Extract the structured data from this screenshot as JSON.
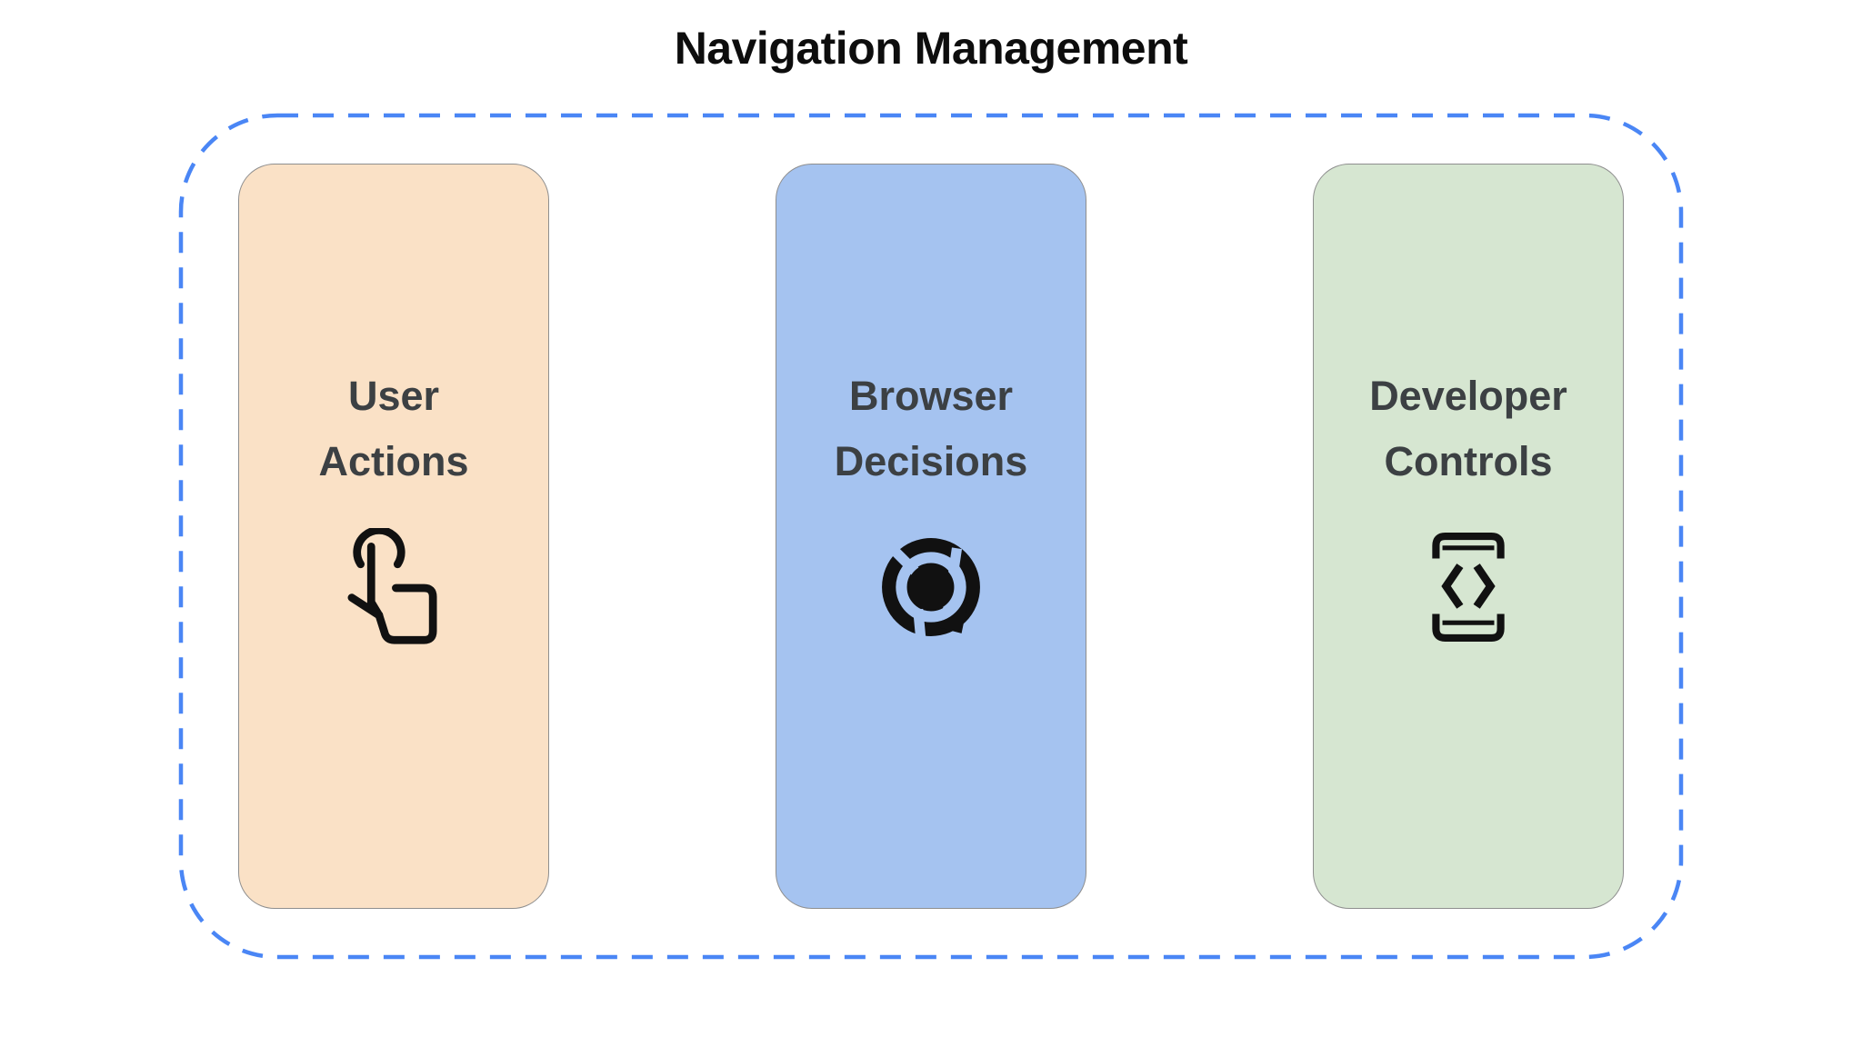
{
  "title": "Navigation Management",
  "group": {
    "border_color": "#4A86F5",
    "label_color": "#3C4043",
    "icon_color": "#111111",
    "card_border_color": "#8E8E8E",
    "cards": [
      {
        "id": "user-actions",
        "label": "User\nActions",
        "icon": "touch-gesture-icon",
        "bg_color": "#FAE1C6"
      },
      {
        "id": "browser-decisions",
        "label": "Browser\nDecisions",
        "icon": "chrome-browser-icon",
        "bg_color": "#A5C3F0"
      },
      {
        "id": "developer-controls",
        "label": "Developer\nControls",
        "icon": "developer-mode-icon",
        "bg_color": "#D6E6D1"
      }
    ]
  }
}
